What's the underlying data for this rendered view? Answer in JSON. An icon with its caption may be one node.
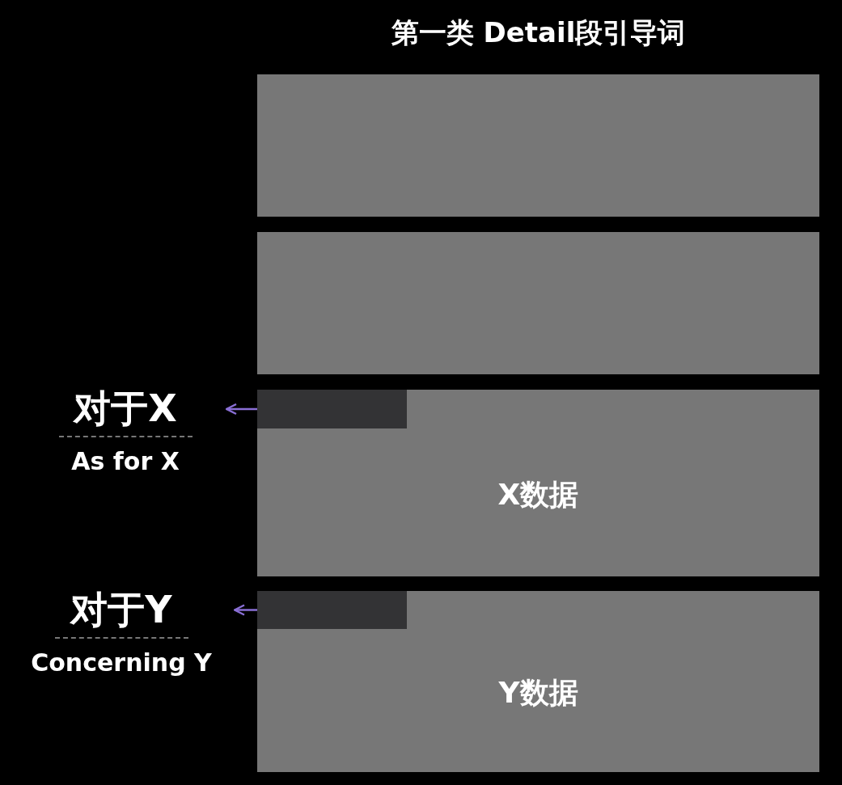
{
  "diagram": {
    "title": "第一类 Detail段引导词",
    "nodes": [
      {
        "text": [],
        "shape": "box"
      },
      {
        "text": [],
        "shape": "box"
      },
      {
        "text": [
          "对于X",
          "As for X"
        ]
      },
      {
        "text": [
          "X数据"
        ]
      },
      {
        "text": [],
        "shape": "bar",
        "in": 3
      },
      {
        "text": [
          "对于Y",
          "Concerning Y"
        ]
      },
      {
        "text": [
          "Y数据"
        ]
      },
      {
        "text": [],
        "shape": "bar",
        "in": 6
      }
    ],
    "edges": [
      {
        "from": 4,
        "to": 2,
        "arrow": "to"
      },
      {
        "from": 7,
        "to": 5,
        "arrow": "to"
      }
    ]
  }
}
